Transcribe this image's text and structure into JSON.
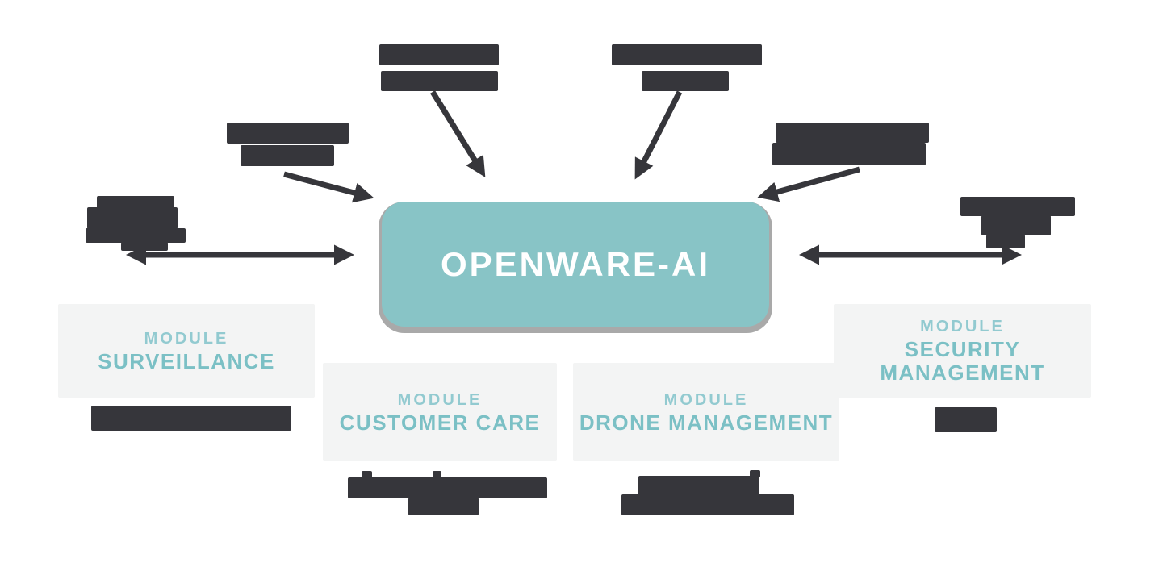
{
  "colors": {
    "background": "#ffffff",
    "center_fill": "#88c4c6",
    "center_shadow": "#a9a9a9",
    "module_box_bg": "#f3f4f4",
    "module_eyebrow_teal": "#92cad0",
    "module_title_teal": "#7bc0c5",
    "dark_ink": "#36363b"
  },
  "center_node": {
    "label": "OPENWARE-AI"
  },
  "modules": [
    {
      "eyebrow": "MODULE",
      "title": "SURVEILLANCE"
    },
    {
      "eyebrow": "MODULE",
      "title": "CUSTOMER CARE"
    },
    {
      "eyebrow": "MODULE",
      "title": "DRONE MANAGEMENT"
    },
    {
      "eyebrow": "MODULE",
      "title": "SECURITY MANAGEMENT"
    }
  ],
  "redacted_labels": [
    {
      "id": "top-center-left-label",
      "legible": false,
      "bars": [
        [
          470,
          55,
          148,
          26
        ],
        [
          472,
          88,
          145,
          25
        ]
      ]
    },
    {
      "id": "top-center-right-label",
      "legible": false,
      "bars": [
        [
          758,
          55,
          186,
          26
        ],
        [
          795,
          88,
          108,
          25
        ]
      ]
    },
    {
      "id": "top-left-label",
      "legible": false,
      "bars": [
        [
          281,
          152,
          151,
          26
        ],
        [
          298,
          180,
          116,
          26
        ]
      ]
    },
    {
      "id": "top-right-label",
      "legible": false,
      "bars": [
        [
          961,
          152,
          190,
          25
        ],
        [
          957,
          177,
          190,
          28
        ]
      ]
    },
    {
      "id": "left-label",
      "legible": false,
      "bars": [
        [
          120,
          243,
          96,
          16
        ],
        [
          108,
          257,
          112,
          27
        ],
        [
          106,
          283,
          124,
          18
        ],
        [
          150,
          300,
          58,
          11
        ]
      ]
    },
    {
      "id": "right-label",
      "legible": false,
      "bars": [
        [
          1190,
          244,
          142,
          24
        ],
        [
          1216,
          267,
          86,
          25
        ],
        [
          1222,
          291,
          48,
          17
        ]
      ]
    },
    {
      "id": "surveillance-sublabel",
      "legible": false,
      "bars": [
        [
          113,
          503,
          248,
          31
        ]
      ]
    },
    {
      "id": "customer-care-sublabel",
      "legible": false,
      "bars": [
        [
          448,
          584,
          13,
          9
        ],
        [
          536,
          584,
          11,
          9
        ],
        [
          431,
          592,
          247,
          26
        ],
        [
          506,
          617,
          87,
          22
        ]
      ]
    },
    {
      "id": "drone-management-sublabel",
      "legible": false,
      "bars": [
        [
          929,
          583,
          13,
          9
        ],
        [
          791,
          590,
          149,
          24
        ],
        [
          770,
          613,
          214,
          26
        ]
      ]
    },
    {
      "id": "security-sublabel",
      "legible": false,
      "bars": [
        [
          1158,
          505,
          77,
          31
        ]
      ]
    }
  ]
}
